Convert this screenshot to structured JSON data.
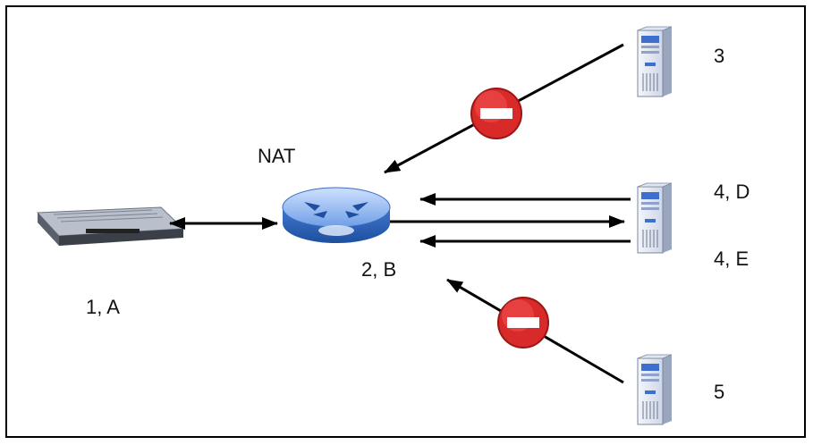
{
  "labels": {
    "nat": "NAT",
    "host_a": "1, A",
    "router": "2, B",
    "server3": "3",
    "server4d": "4, D",
    "server4e": "4, E",
    "server5": "5"
  },
  "colors": {
    "arrow": "#000000",
    "block_sign": "#d92a2a",
    "router_body": "#4a82d6",
    "server_body": "#e8ecf5",
    "server_accent": "#3d6fcf"
  },
  "icons": {
    "host": "modem-device-icon",
    "router": "router-icon",
    "server": "server-tower-icon",
    "block": "no-entry-icon"
  }
}
